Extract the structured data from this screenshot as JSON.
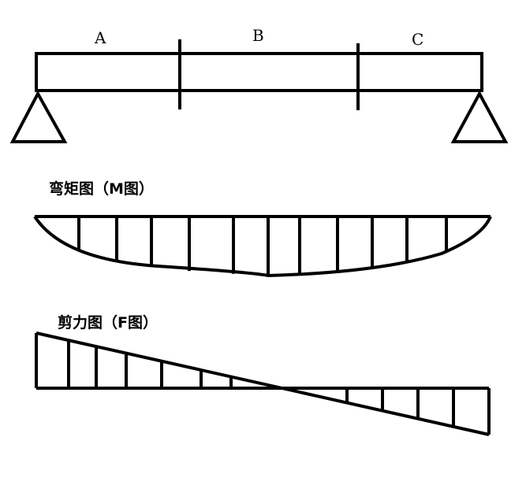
{
  "beam": {
    "segments": [
      "A",
      "B",
      "C"
    ]
  },
  "moment_diagram": {
    "title": "弯矩图（M图）"
  },
  "shear_diagram": {
    "title": "剪力图（F图）"
  },
  "colors": {
    "stroke": "#000000",
    "background": "#ffffff"
  }
}
